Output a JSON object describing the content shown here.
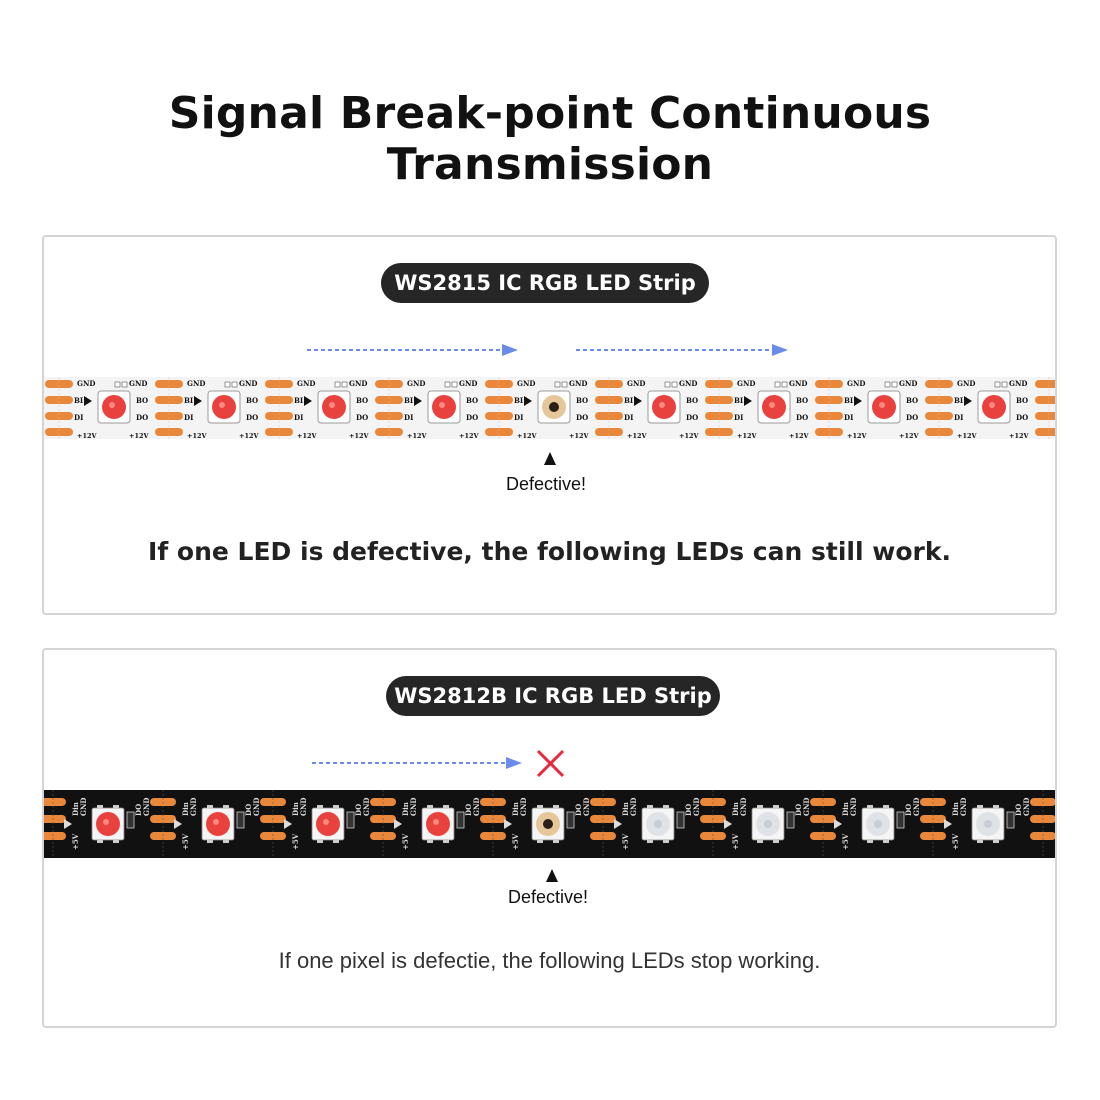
{
  "title": "Signal Break-point Continuous Transmission",
  "ws2815": {
    "label": "WS2815 IC RGB LED Strip",
    "pad_labels": {
      "gnd": "GND",
      "bi": "BI",
      "di": "DI",
      "bo": "BO",
      "do": "DO",
      "v12": "+12V"
    },
    "led_states": [
      "red",
      "red",
      "red",
      "red",
      "defective",
      "red",
      "red",
      "red",
      "red"
    ],
    "defect_label": "Defective!",
    "message": "If one LED is defective, the following LEDs can still work."
  },
  "ws2812b": {
    "label": "WS2812B IC RGB LED Strip",
    "pad_labels": {
      "din": "Din",
      "gnd": "GND",
      "do": "DO",
      "v5": "+5V"
    },
    "led_states": [
      "red",
      "red",
      "red",
      "red",
      "defective",
      "off",
      "off",
      "off",
      "off"
    ],
    "defect_label": "Defective!",
    "message": "If one pixel is defectie, the following LEDs stop working."
  },
  "colors": {
    "pad": "#e9883a",
    "flow_arrow": "#6b8be8",
    "fail_mark": "#e8283c",
    "led_red": "#e8413e",
    "led_off": "#dfe3e8",
    "strip_light": "#f4f4f4",
    "strip_dark": "#111111",
    "pill_bg": "#262626"
  }
}
